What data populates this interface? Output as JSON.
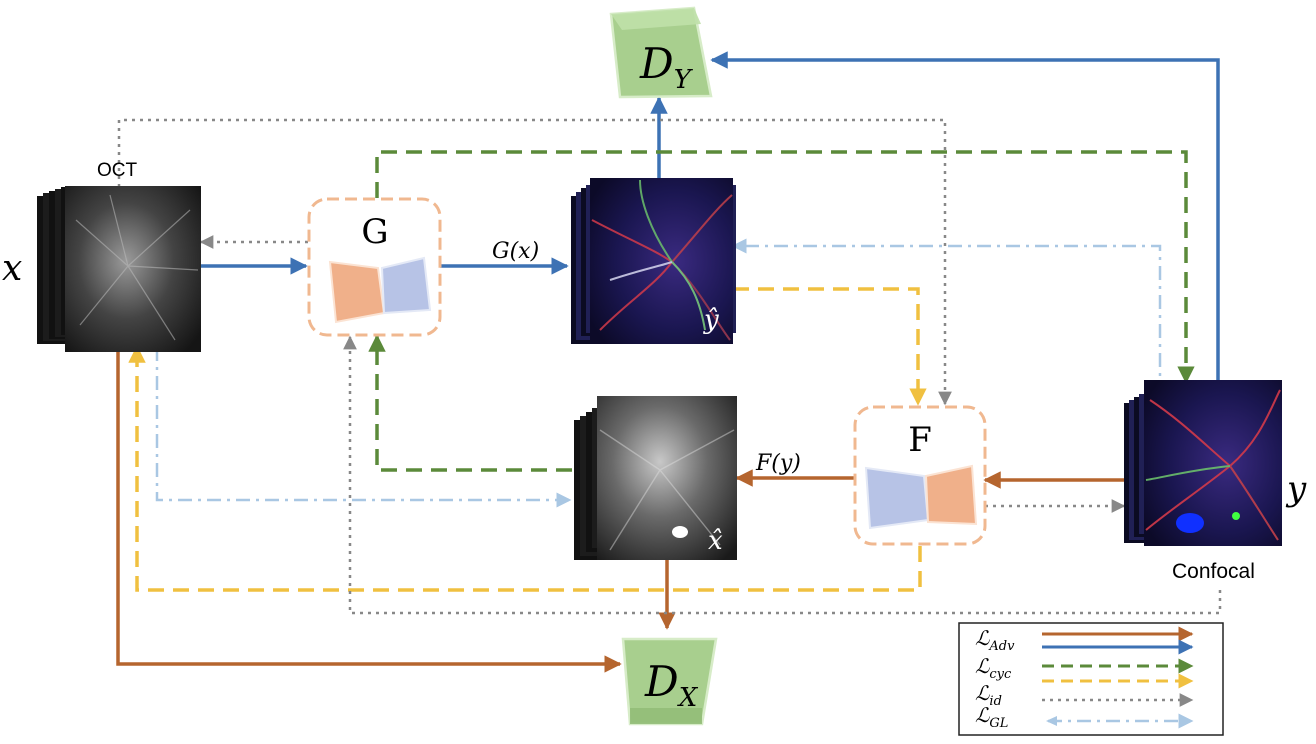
{
  "labels": {
    "oct": "OCT",
    "confocal": "Confocal",
    "x": "x",
    "y": "y",
    "x_hat": "x̂",
    "y_hat": "ŷ",
    "G_x": "G(x)",
    "F_y": "F(y)"
  },
  "nodes": {
    "G": "G",
    "F": "F",
    "DY": {
      "main": "D",
      "sub": "Y"
    },
    "DX": {
      "main": "D",
      "sub": "X"
    }
  },
  "legend": [
    {
      "main": "ℒ",
      "sub": "Adv",
      "colors": [
        "#b5652e",
        "#3d72b4"
      ],
      "style": "solid"
    },
    {
      "main": "ℒ",
      "sub": "cyc",
      "colors": [
        "#5b8a3a",
        "#f0c040"
      ],
      "style": "dashed"
    },
    {
      "main": "ℒ",
      "sub": "id",
      "colors": [
        "#888888"
      ],
      "style": "dotted"
    },
    {
      "main": "ℒ",
      "sub": "GL",
      "colors": [
        "#a9c7e3"
      ],
      "style": "dashdot"
    }
  ],
  "colors": {
    "adv_brown": "#b5652e",
    "adv_blue": "#3d72b4",
    "cyc_green": "#5b8a3a",
    "cyc_yellow": "#f0c040",
    "id_gray": "#888888",
    "gl_lightblue": "#a9c7e3",
    "discriminator_green": "#a8cf8e",
    "encoder_orange": "#f0b08a",
    "decoder_blue": "#b7c3e6",
    "generator_border": "#f0b890"
  }
}
